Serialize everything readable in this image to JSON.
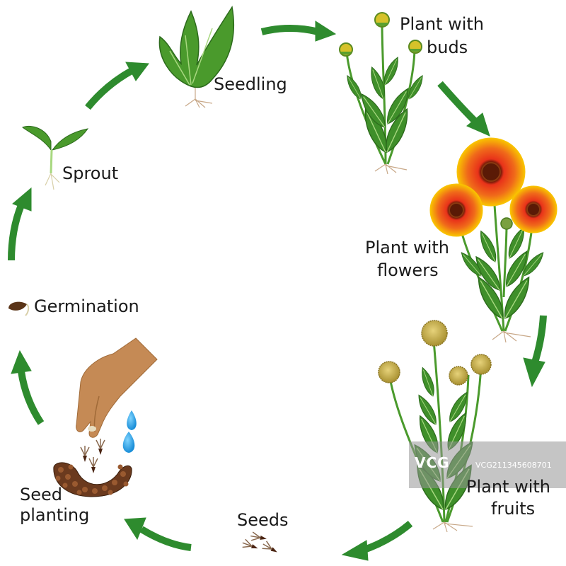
{
  "stages": {
    "seedling": "Seedling",
    "buds_1": "Plant with",
    "buds_2": "buds",
    "sprout": "Sprout",
    "flowers_1": "Plant with",
    "flowers_2": "flowers",
    "germination": "Germination",
    "fruits_1": "Plant with",
    "fruits_2": "fruits",
    "seeds": "Seeds",
    "planting_1": "Seed",
    "planting_2": "planting"
  },
  "watermark": {
    "logo": "VCG",
    "id": "VCG211345608701"
  },
  "colors": {
    "arrow": "#2e8b2e",
    "leaf": "#3f8f2a",
    "petal_outer": "#f4b400",
    "petal_inner": "#e8401a",
    "flower_center": "#6a2a0e",
    "fruit_head": "#c8b040",
    "hand": "#c58a55",
    "water": "#2aa8e8",
    "soil": "#6b3a1e"
  }
}
